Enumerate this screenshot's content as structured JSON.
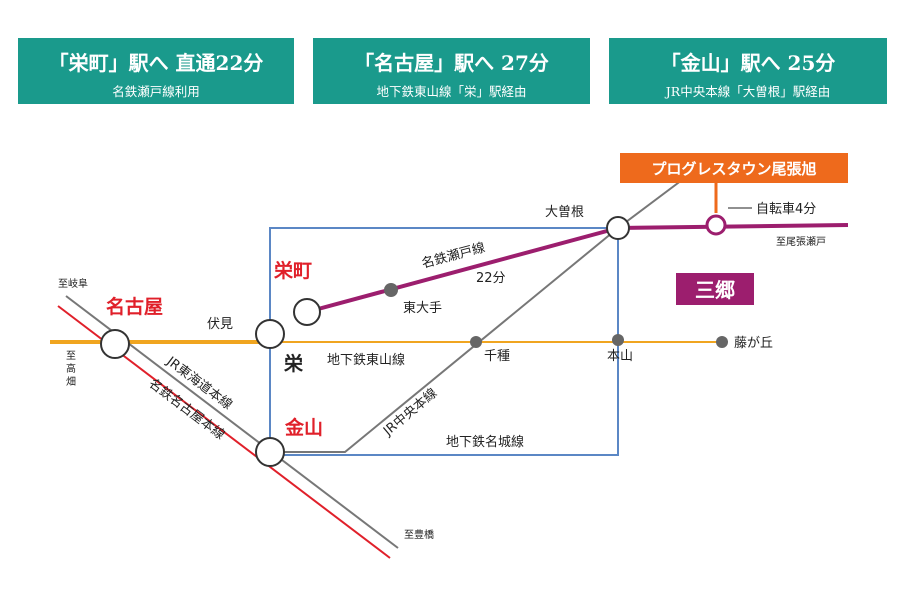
{
  "panels": [
    {
      "title": "「栄町」駅へ 直通22分",
      "subtitle": "名鉄瀬戸線利用"
    },
    {
      "title": "「名古屋」駅へ 27分",
      "subtitle": "地下鉄東山線「栄」駅経由"
    },
    {
      "title": "「金山」駅へ 25分",
      "subtitle": "JR中央本線「大曽根」駅経由"
    }
  ],
  "banner": "プログレスタウン尾張旭",
  "bike": "自転車4分",
  "region": "三郷",
  "stations": {
    "nagoya": "名古屋",
    "sakaemachi": "栄町",
    "kanayama": "金山",
    "sakae": "栄",
    "fushimi": "伏見",
    "ozone": "大曽根",
    "higashiozone": "東大手",
    "chikusa": "千種",
    "motoyama": "本山",
    "fujigaoka": "藤が丘"
  },
  "lines": {
    "meitetsu_seto": "名鉄瀬戸線",
    "seto_time": "22分",
    "higashiyama": "地下鉄東山線",
    "chuo": "JR中央本線",
    "meijo": "地下鉄名城線",
    "tokaido": "JR東海道本線",
    "meitetsu_nagoya": "名鉄名古屋本線"
  },
  "directions": {
    "gifu": "至岐阜",
    "takabata": "至高畑",
    "toyohashi": "至豊橋",
    "owariseto": "至尾張瀬戸"
  },
  "colors": {
    "panel": "#1a9a8c",
    "banner": "#ee6a1c",
    "meitetsu_seto": "#9c1e6e",
    "higashiyama": "#f0a520",
    "meijo": "#5b87c5",
    "jr": "#777777",
    "red_line": "#e0202a",
    "region": "#9c1e6e"
  }
}
